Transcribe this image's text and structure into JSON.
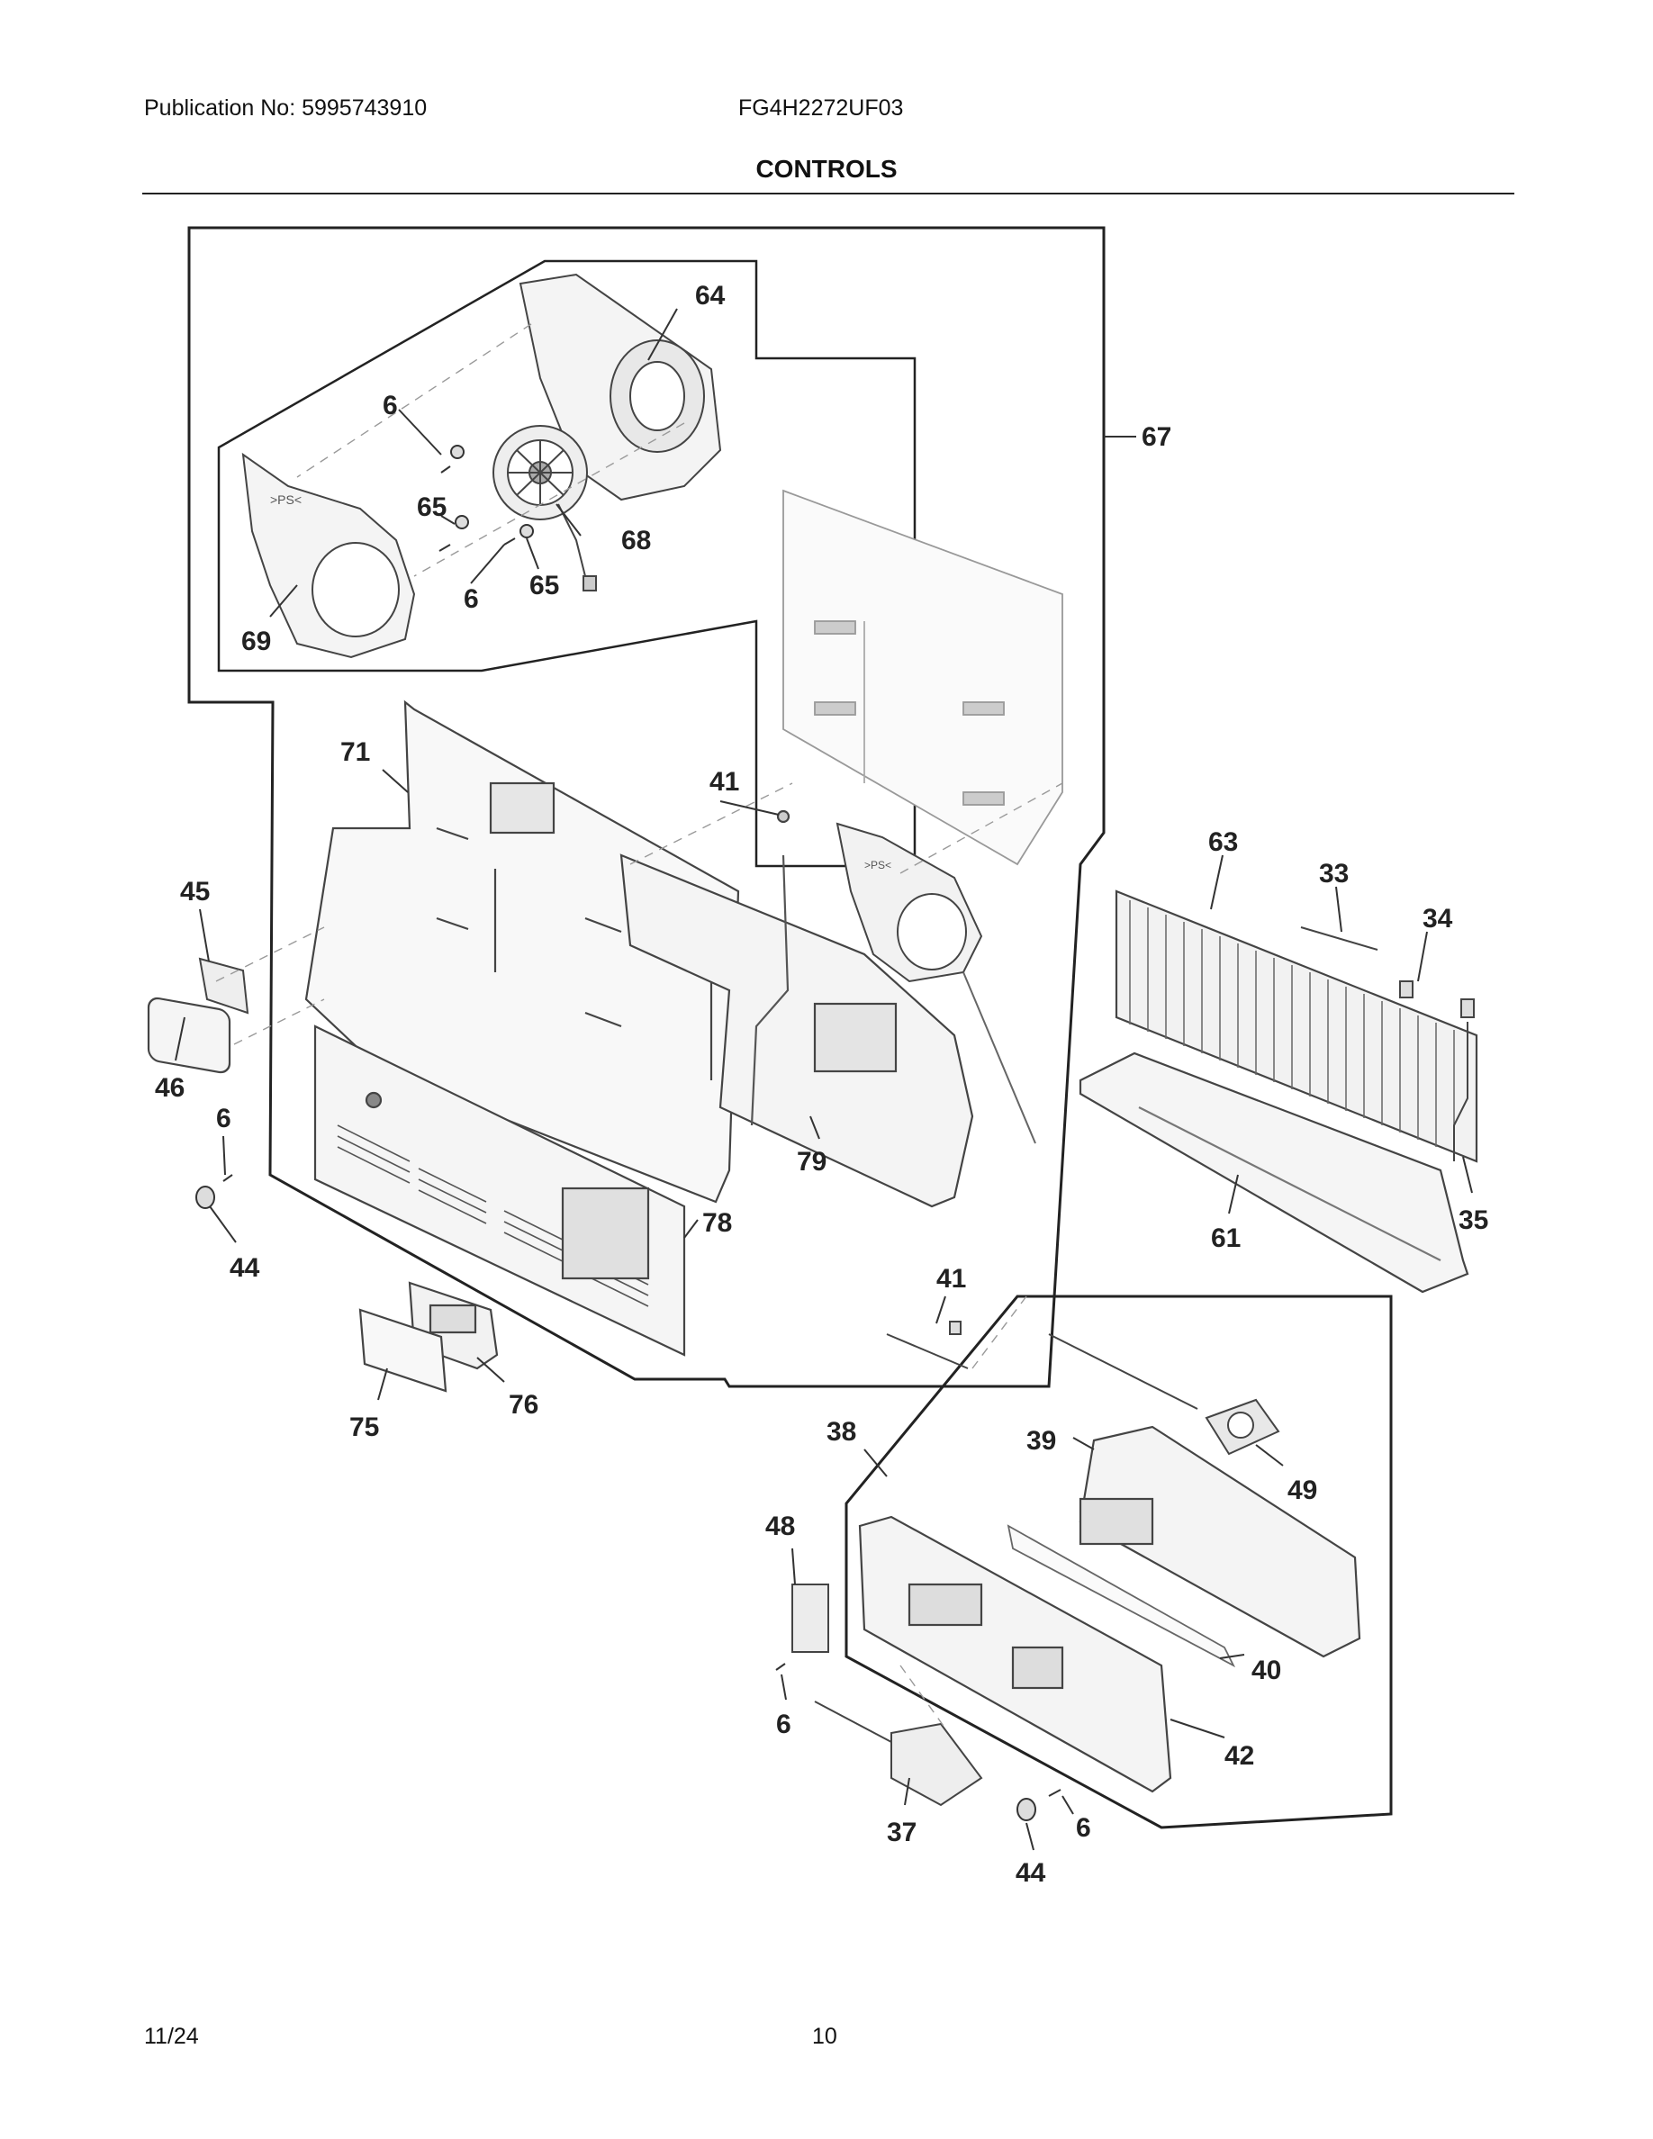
{
  "header": {
    "publication": "Publication No: 5995743910",
    "model": "FG4H2272UF03",
    "section_title": "CONTROLS"
  },
  "footer": {
    "date": "11/24",
    "page_number": "10"
  },
  "callouts": [
    "64",
    "6",
    "65",
    "68",
    "6",
    "65",
    "69",
    "67",
    "71",
    "41",
    "45",
    "46",
    "6",
    "44",
    "79",
    "78",
    "63",
    "33",
    "34",
    "35",
    "61",
    "41",
    "75",
    "76",
    "38",
    "39",
    "49",
    "48",
    "40",
    "6",
    "42",
    "37",
    "44",
    "6"
  ],
  "colors": {
    "ink": "#222222",
    "part_line": "#444444",
    "leader": "#333333",
    "dash": "#9a9a9a"
  }
}
